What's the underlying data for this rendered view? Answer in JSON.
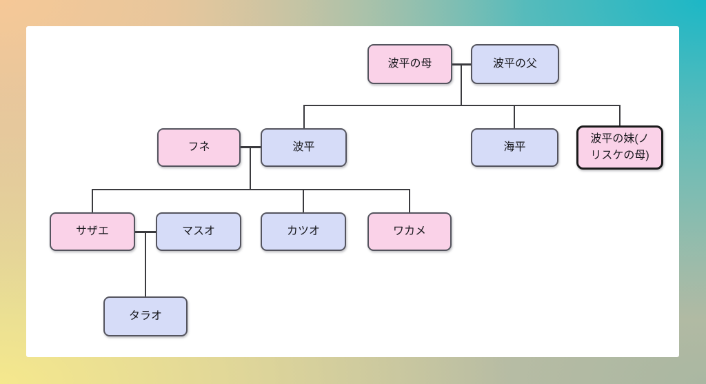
{
  "colors": {
    "female_fill": "#fad2e8",
    "male_fill": "#d6dcf8",
    "node_border": "#54545e",
    "emphasis_border": "#1a1a1a",
    "connector": "#3a3a3e",
    "canvas": "#ffffff",
    "background_corners": {
      "top_left": "#f6c897",
      "top_right": "#1cb7c6",
      "bottom_left": "#f5e88d",
      "bottom_right": "#aab7a2"
    }
  },
  "diagram": {
    "type": "family-tree",
    "nodes": [
      {
        "id": "namihei-mother",
        "label": "波平の母",
        "fill": "female",
        "emphasized": false
      },
      {
        "id": "namihei-father",
        "label": "波平の父",
        "fill": "male",
        "emphasized": false
      },
      {
        "id": "fune",
        "label": "フネ",
        "fill": "female",
        "emphasized": false
      },
      {
        "id": "namihei",
        "label": "波平",
        "fill": "male",
        "emphasized": false
      },
      {
        "id": "kaihei",
        "label": "海平",
        "fill": "male",
        "emphasized": false
      },
      {
        "id": "namihei-sister",
        "label": "波平の妹(ノ\nリスケの母)",
        "fill": "female",
        "emphasized": true
      },
      {
        "id": "sazae",
        "label": "サザエ",
        "fill": "female",
        "emphasized": false
      },
      {
        "id": "masuo",
        "label": "マスオ",
        "fill": "male",
        "emphasized": false
      },
      {
        "id": "katsuo",
        "label": "カツオ",
        "fill": "male",
        "emphasized": false
      },
      {
        "id": "wakame",
        "label": "ワカメ",
        "fill": "female",
        "emphasized": false
      },
      {
        "id": "tarao",
        "label": "タラオ",
        "fill": "male",
        "emphasized": false
      }
    ],
    "edges": {
      "couples": [
        [
          "namihei-mother",
          "namihei-father"
        ],
        [
          "fune",
          "namihei"
        ],
        [
          "sazae",
          "masuo"
        ]
      ],
      "families": [
        {
          "parents": [
            "namihei-mother",
            "namihei-father"
          ],
          "children": [
            "namihei",
            "kaihei",
            "namihei-sister"
          ]
        },
        {
          "parents": [
            "fune",
            "namihei"
          ],
          "children": [
            "sazae",
            "katsuo",
            "wakame"
          ]
        },
        {
          "parents": [
            "sazae",
            "masuo"
          ],
          "children": [
            "tarao"
          ]
        }
      ]
    }
  }
}
